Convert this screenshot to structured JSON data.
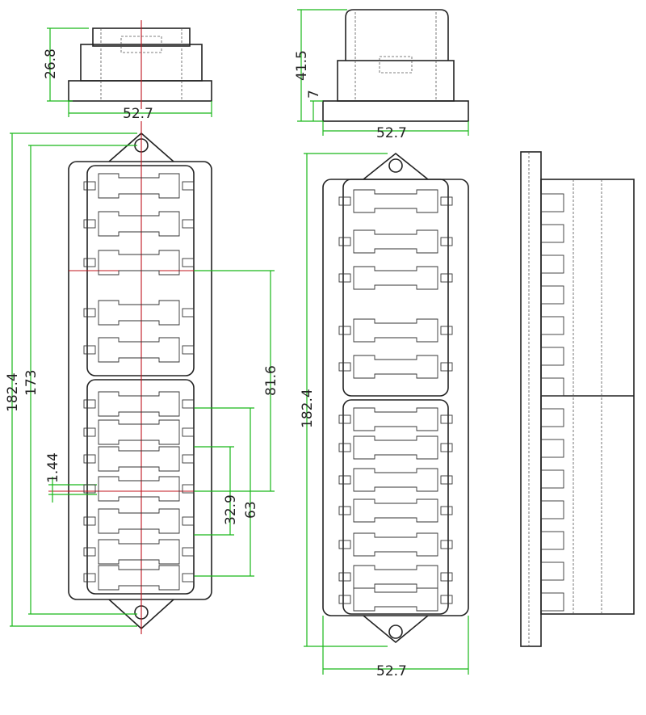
{
  "drawing": {
    "colors": {
      "outline": "#222222",
      "centerline": "#c0141e",
      "dimension": "#19b819"
    },
    "top_view_left": {
      "height_dim": "26.8",
      "width_dim": "52.7"
    },
    "top_view_middle": {
      "height_dim": "41.5",
      "base_dim": "7",
      "width_dim": "52.7"
    },
    "front_view_left": {
      "overall_length": "182.4",
      "hole_spacing": "173",
      "module_pitch": "81.6",
      "gap": "1.44",
      "slot_pitch": "32.9",
      "span": "63"
    },
    "front_view_middle": {
      "overall_length": "182.4",
      "width_dim": "52.7"
    }
  }
}
